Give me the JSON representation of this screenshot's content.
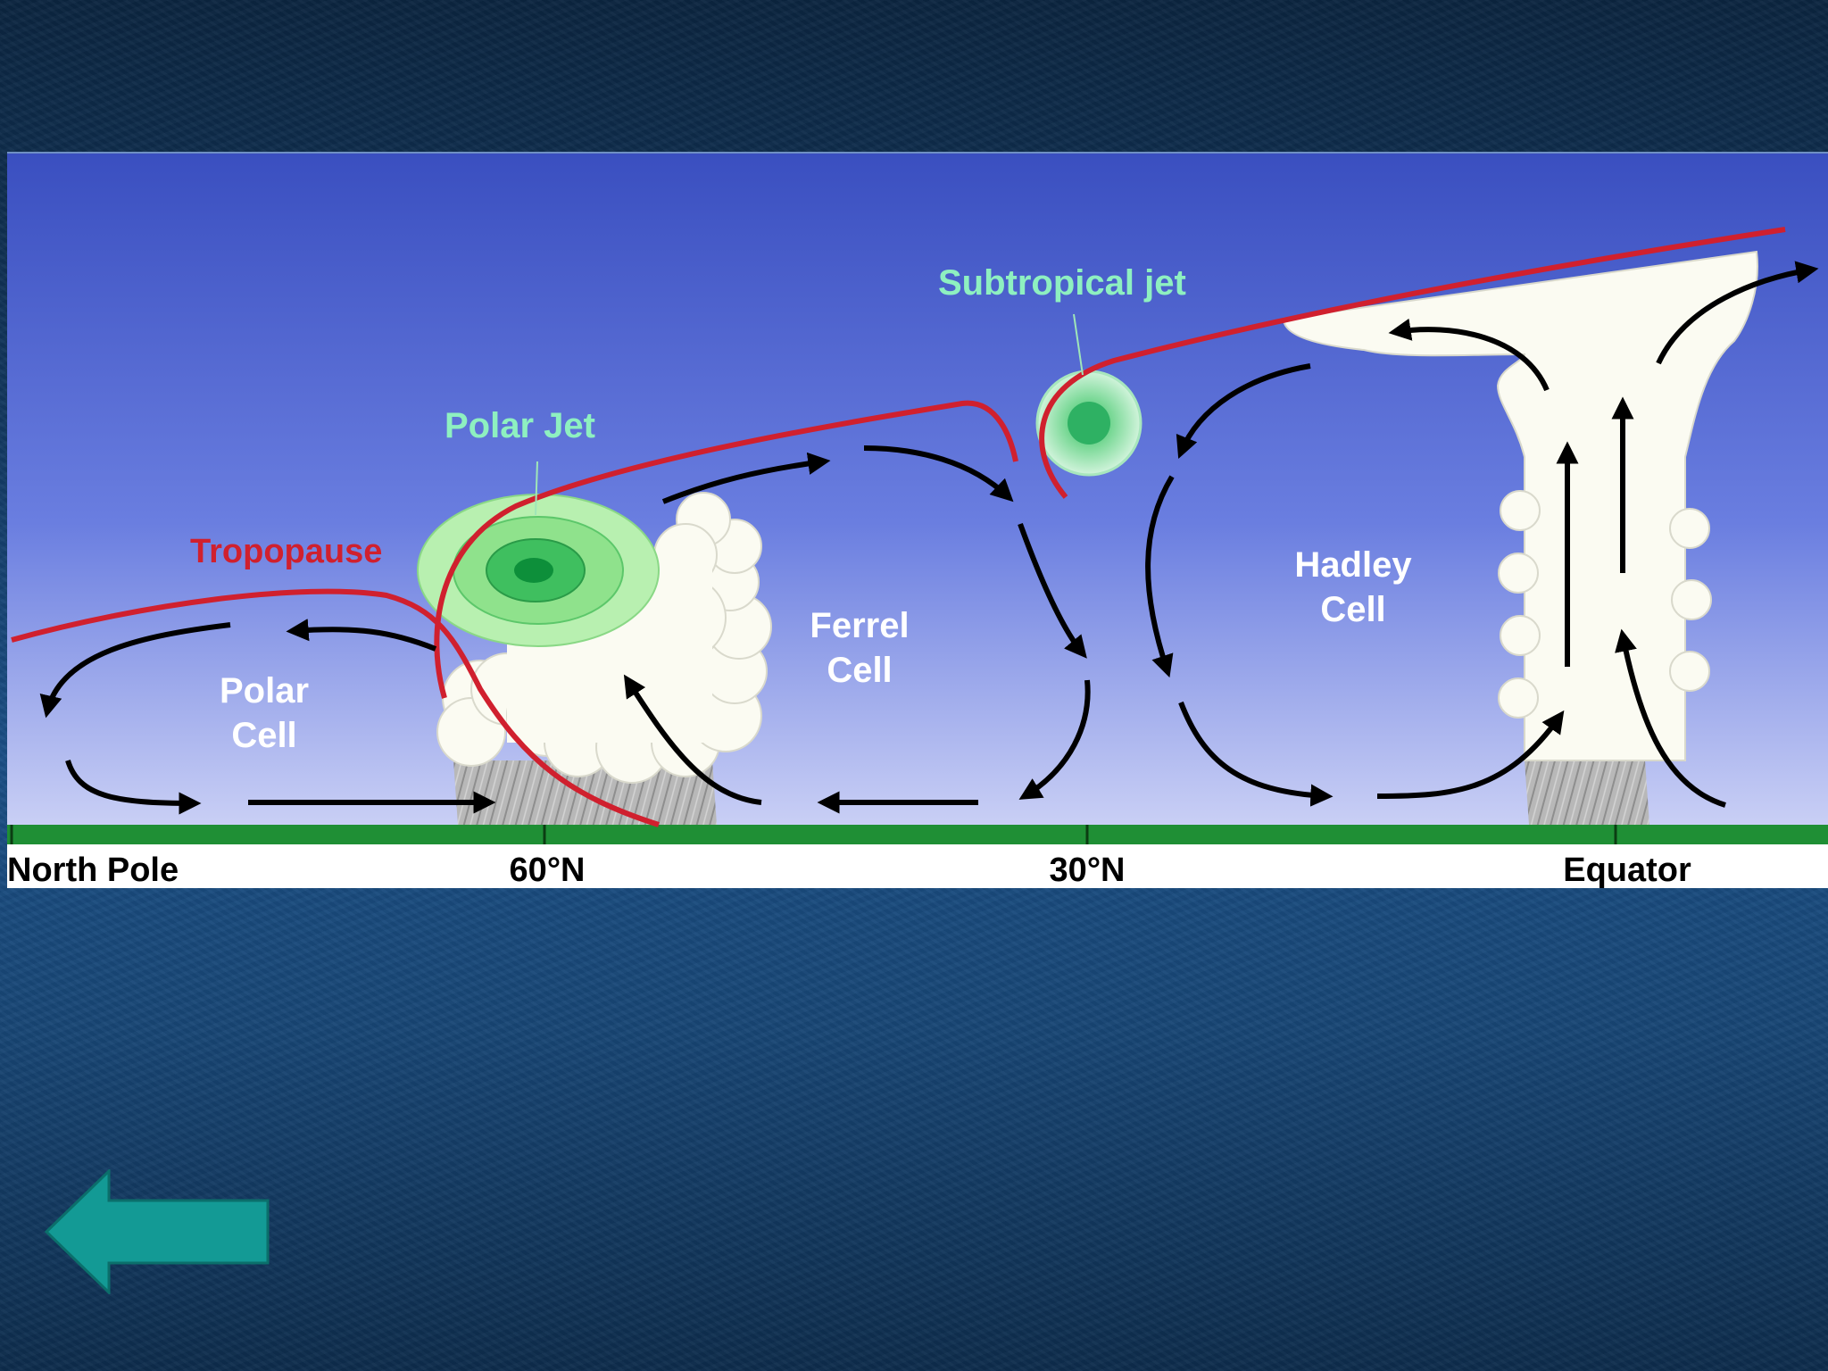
{
  "diagram": {
    "labels": {
      "tropopause": "Tropopause",
      "polar_jet": "Polar Jet",
      "subtropical_jet": "Subtropical jet",
      "polar_cell": [
        "Polar",
        "Cell"
      ],
      "ferrel_cell": [
        "Ferrel",
        "Cell"
      ],
      "hadley_cell": [
        "Hadley",
        "Cell"
      ]
    },
    "axis": {
      "ticks": [
        "North Pole",
        "60°N",
        "30°N",
        "Equator"
      ]
    },
    "colors": {
      "tropopause": "#d0202e",
      "jet_label": "#8ef0c0",
      "ground": "#1f8f35",
      "arrow": "#000000",
      "cloud": "#fbfbf2"
    }
  },
  "navigation": {
    "back_icon": "left-arrow-icon",
    "back_color": "#139a95"
  }
}
